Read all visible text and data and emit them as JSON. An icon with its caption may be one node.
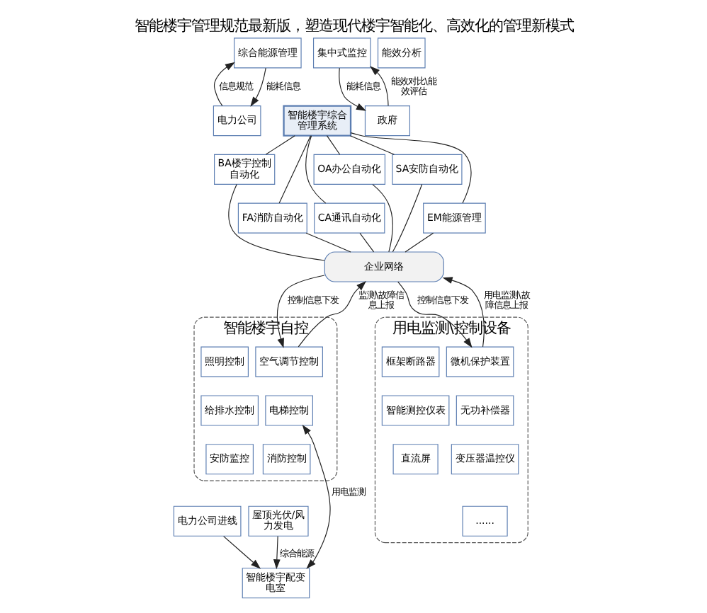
{
  "diagram": {
    "title": "智能楼宇管理规范最新版，塑造现代楼宇智能化、高效化的管理新模式",
    "nodes": [
      {
        "text": [
          "智能楼宇综合管理系统"
        ]
      },
      {
        "text": [
          "BA楼宇控制自动化"
        ]
      },
      {
        "text": [
          "OA办公自动化"
        ]
      },
      {
        "text": [
          "SA安防自动化"
        ]
      },
      {
        "text": [
          "FA消防自动化"
        ]
      },
      {
        "text": [
          "CA通讯自动化"
        ]
      },
      {
        "text": [
          "EM能源管理"
        ]
      },
      {
        "text": [
          "电力公司"
        ]
      },
      {
        "text": [
          "政府"
        ]
      },
      {
        "text": [
          "综合能源管理"
        ]
      },
      {
        "text": [
          "能效分析"
        ]
      },
      {
        "text": [
          "集中式监控"
        ]
      },
      {
        "text": [
          "企业网络"
        ]
      },
      {
        "text": [
          "智能楼宇自控"
        ]
      },
      {
        "text": [
          "空气调节控制"
        ],
        "in": 13
      },
      {
        "text": [
          "照明控制"
        ],
        "in": 13
      },
      {
        "text": [
          "电梯控制"
        ],
        "in": 13
      },
      {
        "text": [
          "给排水控制"
        ],
        "in": 13
      },
      {
        "text": [
          "消防控制"
        ],
        "in": 13
      },
      {
        "text": [
          "安防监控"
        ],
        "in": 13
      },
      {
        "text": [
          "用电监测\\控制设备"
        ]
      },
      {
        "text": [
          "微机保护装置"
        ],
        "in": 20
      },
      {
        "text": [
          "框架断路器"
        ],
        "in": 20
      },
      {
        "text": [
          "无功补偿器"
        ],
        "in": 20
      },
      {
        "text": [
          "智能测控仪表"
        ],
        "in": 20
      },
      {
        "text": [
          "变压器温控仪"
        ],
        "in": 20
      },
      {
        "text": [
          "直流屏"
        ],
        "in": 20
      },
      {
        "text": [
          "......"
        ],
        "in": 20
      },
      {
        "text": [
          "屋顶光伏/风力发电"
        ]
      },
      {
        "text": [
          "电力公司进线"
        ]
      },
      {
        "text": [
          "智能楼宇配变电室"
        ]
      }
    ],
    "edges": [
      {
        "from": 0,
        "to": 1,
        "arrow": "none"
      },
      {
        "from": 0,
        "to": 2,
        "arrow": "none"
      },
      {
        "from": 0,
        "to": 3,
        "arrow": "none"
      },
      {
        "from": 0,
        "to": 4,
        "arrow": "none"
      },
      {
        "from": 0,
        "to": 5,
        "arrow": "none"
      },
      {
        "from": 0,
        "to": 6,
        "arrow": "none"
      },
      {
        "from": 9,
        "to": 7,
        "arrow": "to",
        "label": "能耗信息"
      },
      {
        "from": 7,
        "to": 9,
        "arrow": "to",
        "label": "信息规范"
      },
      {
        "from": 11,
        "to": 8,
        "arrow": "to",
        "label": "能耗信息"
      },
      {
        "from": 8,
        "to": 11,
        "arrow": "to",
        "label": "能效对比\\能效评估"
      },
      {
        "from": 1,
        "to": 12,
        "arrow": "none"
      },
      {
        "from": 2,
        "to": 12,
        "arrow": "none"
      },
      {
        "from": 3,
        "to": 12,
        "arrow": "none"
      },
      {
        "from": 4,
        "to": 12,
        "arrow": "none"
      },
      {
        "from": 5,
        "to": 12,
        "arrow": "none"
      },
      {
        "from": 6,
        "to": 12,
        "arrow": "none"
      },
      {
        "from": 14,
        "to": 12,
        "arrow": "to",
        "label": "监测\\故障信息上报"
      },
      {
        "from": 12,
        "to": 14,
        "arrow": "to",
        "label": "控制信息下发"
      },
      {
        "from": 21,
        "to": 12,
        "arrow": "to",
        "label": "用电监测\\故障信息上报"
      },
      {
        "from": 12,
        "to": 21,
        "arrow": "to",
        "label": "控制信息下发"
      },
      {
        "from": 28,
        "to": 30,
        "arrow": "to",
        "label": "综合能源"
      },
      {
        "from": 29,
        "to": 30,
        "arrow": "to"
      },
      {
        "from": 30,
        "to": 16,
        "arrow": "both",
        "label": "用电监测"
      }
    ]
  }
}
